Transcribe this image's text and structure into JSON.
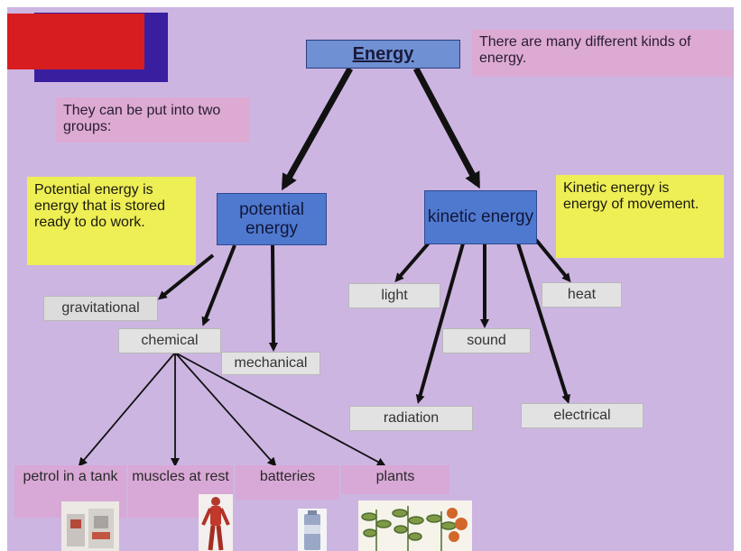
{
  "title": "Energy",
  "intro_note": "There are many different kinds of energy.",
  "groups_note": "They can be put into two groups:",
  "potential": {
    "label": "potential energy",
    "definition": "Potential energy is energy that is stored ready to do work.",
    "types": [
      "gravitational",
      "chemical",
      "mechanical"
    ]
  },
  "kinetic": {
    "label": "kinetic energy",
    "definition": "Kinetic energy is energy of movement.",
    "types": [
      "light",
      "heat",
      "sound",
      "radiation",
      "electrical"
    ]
  },
  "chemical_examples": [
    "petrol in a tank",
    "muscles at rest",
    "batteries",
    "plants"
  ],
  "images": [
    "petrol-can-image",
    "muscle-anatomy-image",
    "battery-image",
    "plants-image"
  ]
}
